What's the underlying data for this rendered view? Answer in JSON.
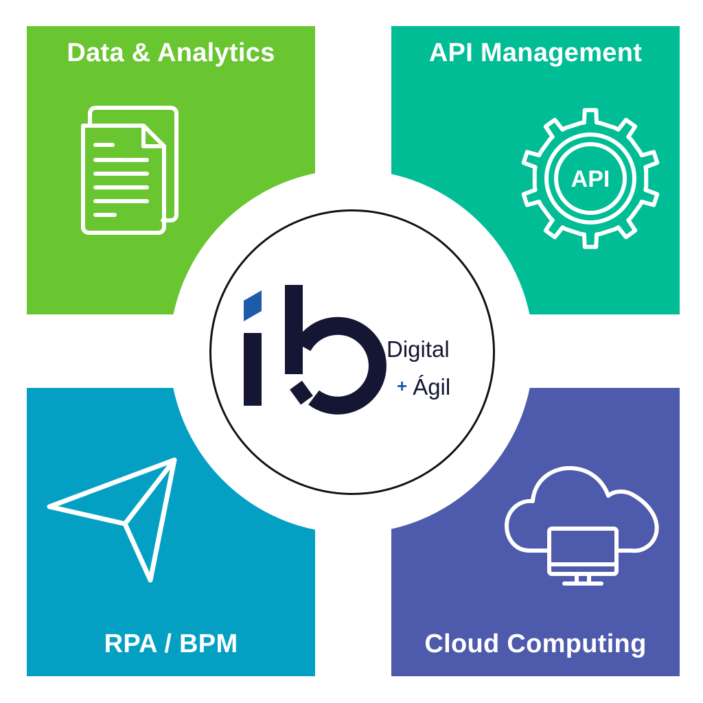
{
  "colors": {
    "data_analytics": "#69c530",
    "api_management": "#00bd95",
    "rpa_bpm": "#03a0c4",
    "cloud_computing": "#4e5aab",
    "logo_navy": "#141633",
    "logo_blue": "#1d5ca8"
  },
  "tiles": [
    {
      "title": "Data & Analytics",
      "icon": "documents-icon"
    },
    {
      "title": "API Management",
      "icon": "api-gear-icon"
    },
    {
      "title": "RPA / BPM",
      "icon": "paper-plane-icon"
    },
    {
      "title": "Cloud Computing",
      "icon": "cloud-computer-icon"
    }
  ],
  "logo": {
    "mark": "ib",
    "line1": "Digital",
    "plus": "+",
    "line2": "Ágil"
  },
  "api_icon_label": "API"
}
